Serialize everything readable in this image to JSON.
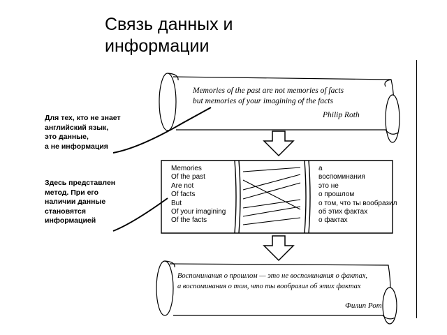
{
  "title": "Связь данных и информации",
  "notes": {
    "data_note": [
      "Для тех, кто не знает",
      "английский язык,",
      "это данные,",
      "а не информация"
    ],
    "method_note": [
      "Здесь представлен",
      "метод. При его",
      "наличии данные",
      "становятся",
      "информацией"
    ]
  },
  "top_scroll": {
    "lines": [
      "Memories of the past are not memories of facts",
      "but memories of your imagining of the facts"
    ],
    "author": "Philip Roth"
  },
  "table": {
    "left_words": [
      "Memories",
      "Of the past",
      "Are not",
      "Of facts",
      "But",
      "Of your imagining",
      "Of the facts"
    ],
    "right_words": [
      "а",
      "воспоминания",
      "это не",
      "о прошлом",
      "о том, что ты вообразил",
      "об этих фактах",
      "о фактах"
    ]
  },
  "bottom_scroll": {
    "lines": [
      "Воспоминания о прошлом — это не воспоминания о фактах,",
      "а воспоминания о том, что ты вообразил об этих фактах"
    ],
    "author": "Филип Рот"
  }
}
